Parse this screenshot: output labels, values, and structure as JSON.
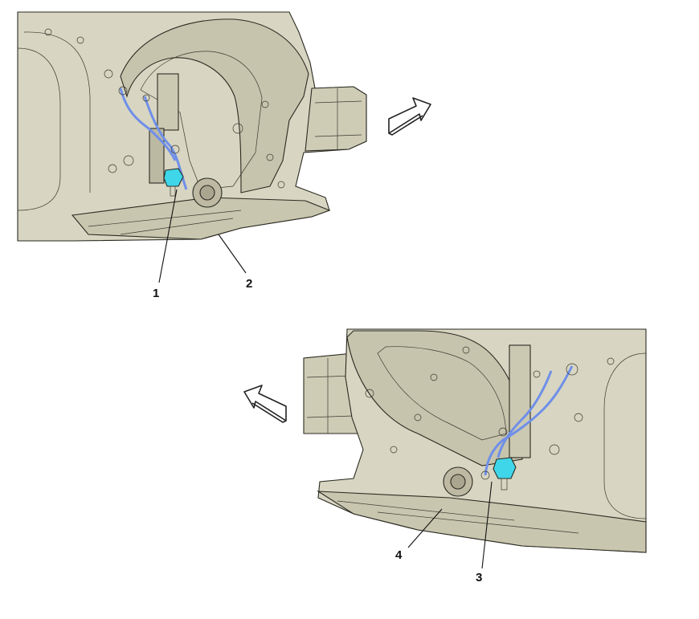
{
  "callouts": [
    {
      "label": "1"
    },
    {
      "label": "2"
    },
    {
      "label": "3"
    },
    {
      "label": "4"
    }
  ],
  "colors": {
    "body": "#d8d6c2",
    "body_shade": "#c7c4ad",
    "outline": "#2a2a22",
    "harness": "#6f8fe8",
    "connector": "#3fd6ea",
    "arrow_fill": "#ffffff"
  },
  "icons": [
    "forward-direction-arrow-icon",
    "rearward-direction-arrow-icon"
  ]
}
